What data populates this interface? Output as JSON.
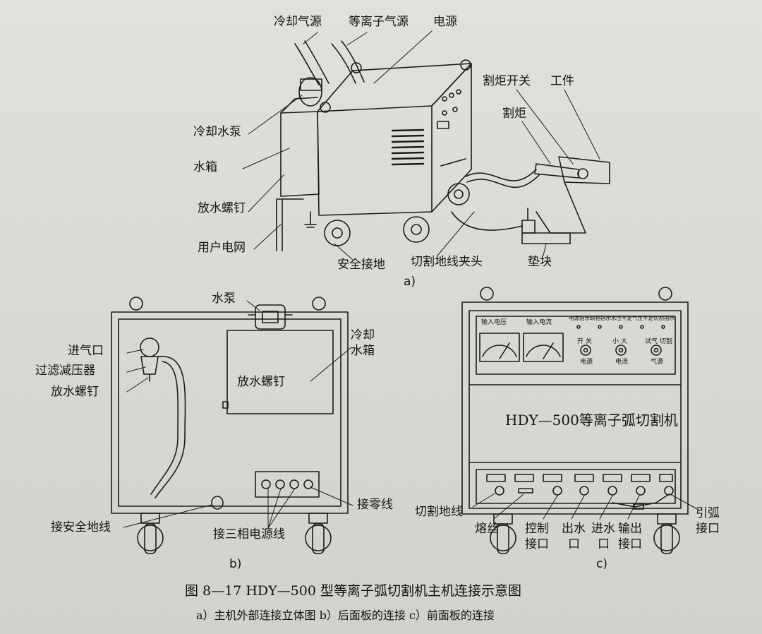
{
  "fig_a": {
    "cooling_gas": "冷却气源",
    "plasma_gas": "等离子气源",
    "power": "电源",
    "torch_switch": "割炬开关",
    "workpiece": "工件",
    "torch": "割炬",
    "cooling_pump": "冷却水泵",
    "water_tank": "水箱",
    "drain_screw": "放水螺钉",
    "grid": "用户电网",
    "safety_ground": "安全接地",
    "ground_clamp": "切割地线夹头",
    "pad_block": "垫块",
    "sublabel": "a)"
  },
  "fig_b": {
    "pump": "水泵",
    "inlet": "进气口",
    "filter": "过滤减压器",
    "drain": "放水螺钉",
    "cool_tank_1": "冷却",
    "cool_tank_2": "水箱",
    "tank_drain": "放水螺钉",
    "neutral": "接零线",
    "safety_ground_line": "接安全地线",
    "three_phase": "接三相电源线",
    "sublabel": "b)"
  },
  "fig_c": {
    "meter_voltage": "输入电压",
    "meter_current": "输入电流",
    "indicator_row": "电源指示缺相指示水压不足气压不足切割指示",
    "sw1_top": "开    关",
    "sw1_bottom": "电源",
    "sw2_top": "小    大",
    "sw2_bottom": "电流",
    "sw3_top": "试气    切割",
    "sw3_bottom": "气源",
    "model": "HDY—500等离子弧切割机",
    "ground_line": "切割地线",
    "fuse": "熔丝",
    "control_1": "控制",
    "control_2": "接口",
    "water_out_1": "出水",
    "water_out_2": "口",
    "water_in_1": "进水",
    "water_in_2": "口",
    "output_1": "输出",
    "output_2": "接口",
    "arc_1": "引弧",
    "arc_2": "接口",
    "sublabel": "c)"
  },
  "caption": {
    "title": "图 8—17    HDY—500 型等离子弧切割机主机连接示意图",
    "sub": "a）主机外部连接立体图   b）后面板的连接   c）前面板的连接"
  },
  "colors": {
    "ink": "#1a1a1a",
    "paper": "#dcdad4"
  }
}
